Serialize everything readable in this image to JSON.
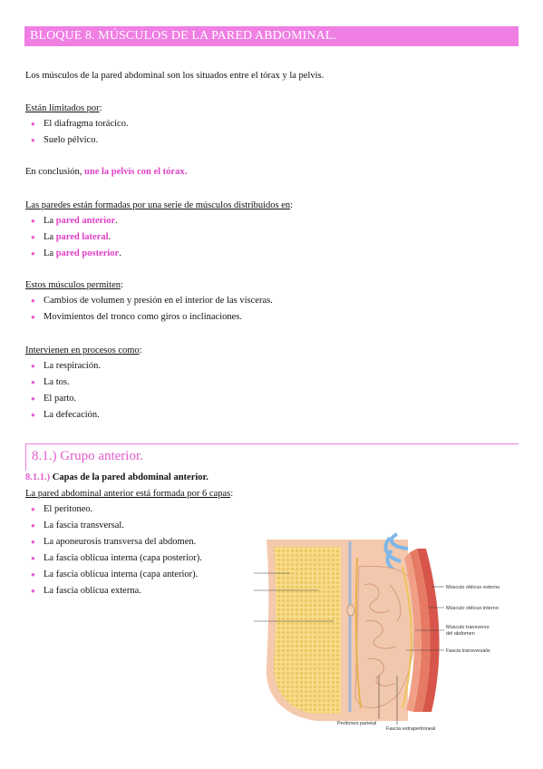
{
  "banner": {
    "title": "BLOQUE 8. MÚSCULOS DE LA PARED ABDOMINAL."
  },
  "intro": "Los músculos de la pared abdominal son los situados entre el tórax y la pelvis.",
  "limits": {
    "heading": "Están limitados por",
    "heading_suffix": ":",
    "items": [
      "El diafragma torácico.",
      "Suelo pélvico."
    ]
  },
  "conclusion": {
    "prefix": "En conclusión, ",
    "highlight": "une la pelvis con el tórax."
  },
  "walls": {
    "heading": "Las paredes están formadas por una serie de músculos distribuidos en",
    "heading_suffix": ":",
    "items": [
      {
        "prefix": "La ",
        "highlight": "pared anterior",
        "suffix": "."
      },
      {
        "prefix": "La ",
        "highlight": "pared lateral",
        "suffix": "."
      },
      {
        "prefix": "La ",
        "highlight": "pared posterior",
        "suffix": "."
      }
    ]
  },
  "permit": {
    "heading": "Estos músculos permiten",
    "heading_suffix": ":",
    "items": [
      "Cambios de volumen y presión en el interior de las vísceras.",
      "Movimientos del tronco como giros o inclinaciones."
    ]
  },
  "processes": {
    "heading": "Intervienen en procesos como",
    "heading_suffix": ":",
    "items": [
      "La respiración.",
      "La tos.",
      "El parto.",
      "La defecación."
    ]
  },
  "section": {
    "title": "8.1.) Grupo anterior."
  },
  "subsection": {
    "number": "8.1.1.)",
    "title": "Capas de la pared abdominal anterior."
  },
  "layers": {
    "heading": "La pared abdominal anterior está formada por 6 capas",
    "heading_suffix": ":",
    "items": [
      "El peritoneo.",
      "La fascia transversal.",
      "La aponeurosis transversa del abdomen.",
      "La fascia oblicua interna (capa posterior).",
      "La fascia oblicua interna (capa anterior).",
      "La fascia oblicua externa."
    ]
  },
  "figure": {
    "labels": {
      "oblicuo_externo": "Músculo oblicuo externo",
      "oblicuo_interno": "Músculo oblicuo interno",
      "transverso_1": "Músculo transverso",
      "transverso_2": "del abdomen",
      "fascia_transversalis": "Fascia transversalis",
      "peritoneo_parietal": "Peritoneo parietal",
      "fascia_extraperitoneal": "Fascia extraperitoneal"
    }
  },
  "colors": {
    "accent": "#ef7fe3",
    "highlight": "#e040c8"
  }
}
